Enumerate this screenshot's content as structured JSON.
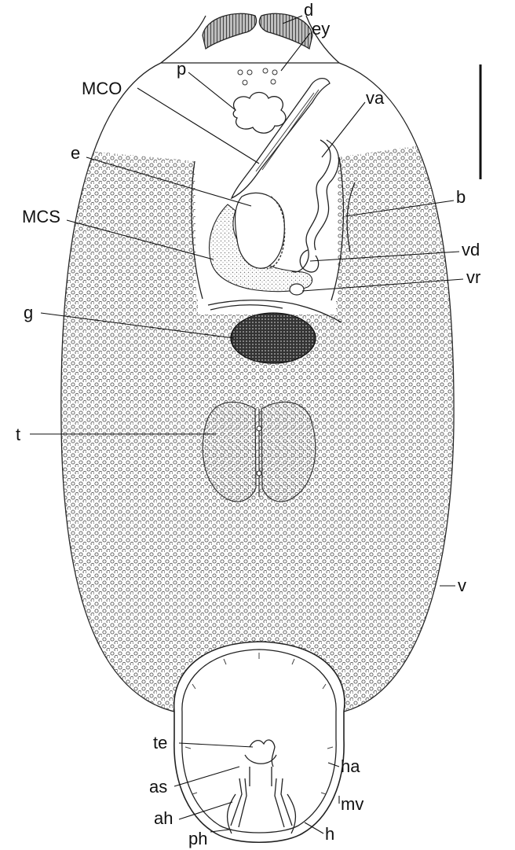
{
  "figure": {
    "labels": {
      "d": "d",
      "ey": "ey",
      "p": "p",
      "mco": "MCO",
      "va": "va",
      "e": "e",
      "b": "b",
      "mcs": "MCS",
      "vd": "vd",
      "vr": "vr",
      "g": "g",
      "t": "t",
      "v": "v",
      "te": "te",
      "ha": "ha",
      "as": "as",
      "mv": "mv",
      "ah": "ah",
      "h": "h",
      "ph": "ph"
    }
  }
}
